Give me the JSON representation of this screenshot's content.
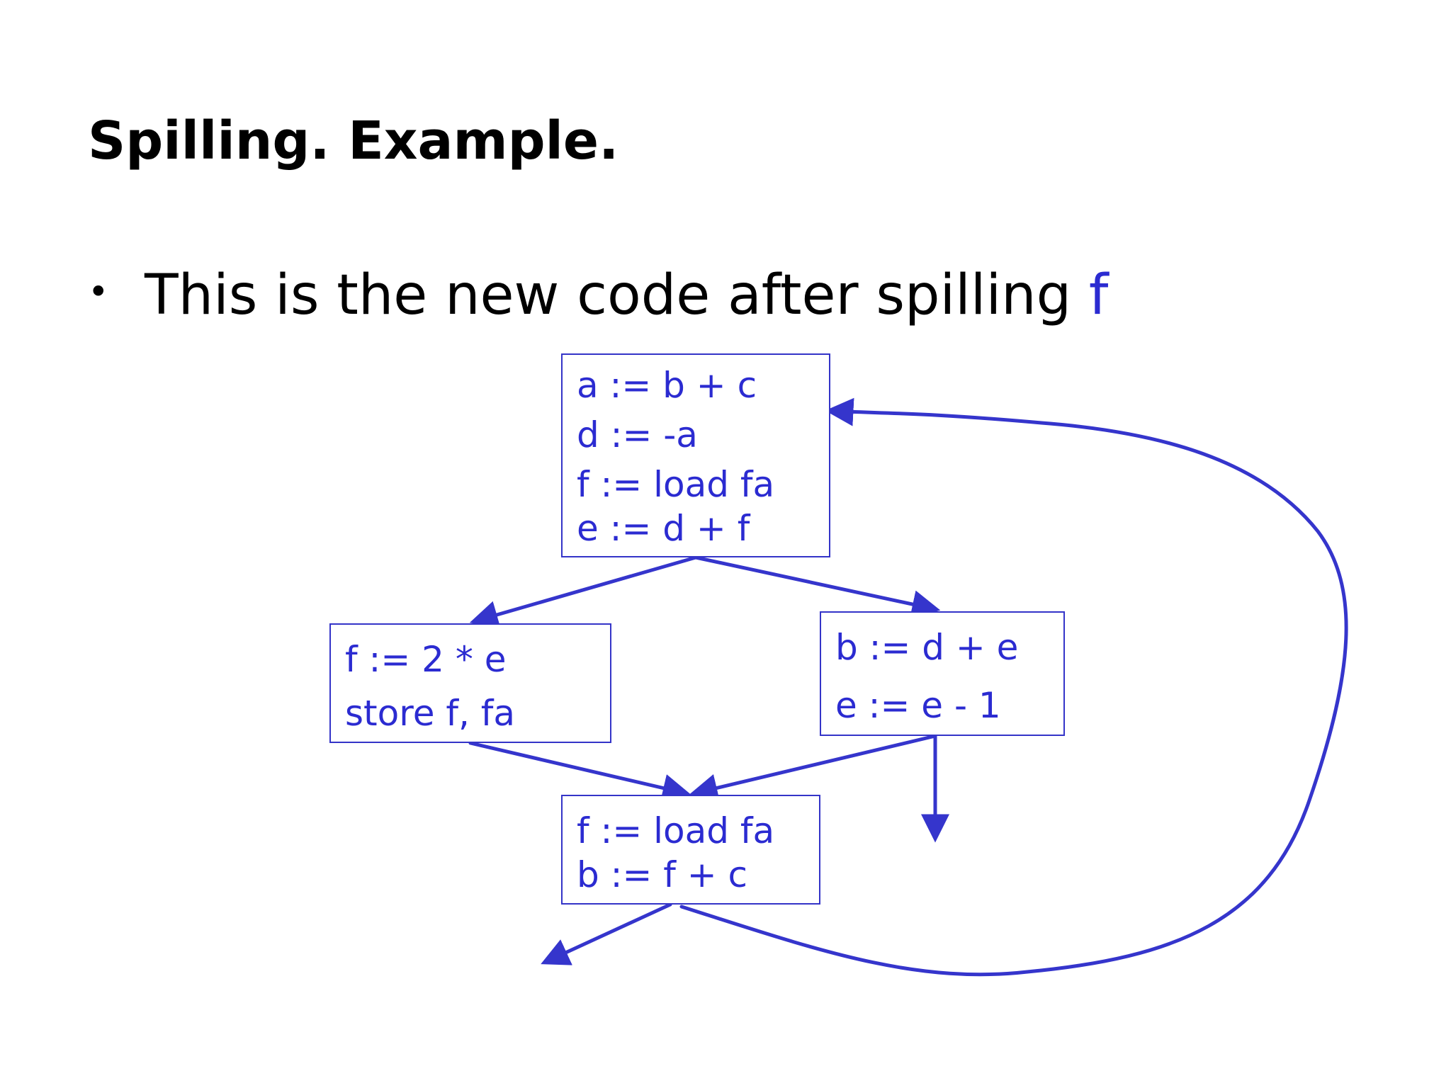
{
  "slide": {
    "title": "Spilling. Example.",
    "bullet": {
      "marker": "•",
      "text": "This is the new code after spilling ",
      "variable": "f"
    }
  },
  "colors": {
    "code": "#2b2bd1",
    "box_border": "#3434c8",
    "arrows": "#3535cc",
    "text": "#000000"
  },
  "blocks": {
    "top": [
      "a := b + c",
      "d := -a",
      "f := load fa",
      "e := d + f"
    ],
    "left": [
      "f := 2 * e",
      "store f, fa"
    ],
    "right": [
      "b := d + e",
      "e := e - 1"
    ],
    "bottom": [
      "f := load fa",
      "b := f + c"
    ]
  },
  "edges": [
    {
      "from": "top",
      "to": "left"
    },
    {
      "from": "top",
      "to": "right"
    },
    {
      "from": "left",
      "to": "bottom"
    },
    {
      "from": "right",
      "to": "bottom"
    },
    {
      "from": "right",
      "to": "exit"
    },
    {
      "from": "bottom",
      "to": "exit"
    },
    {
      "from": "bottom",
      "to": "top"
    }
  ]
}
